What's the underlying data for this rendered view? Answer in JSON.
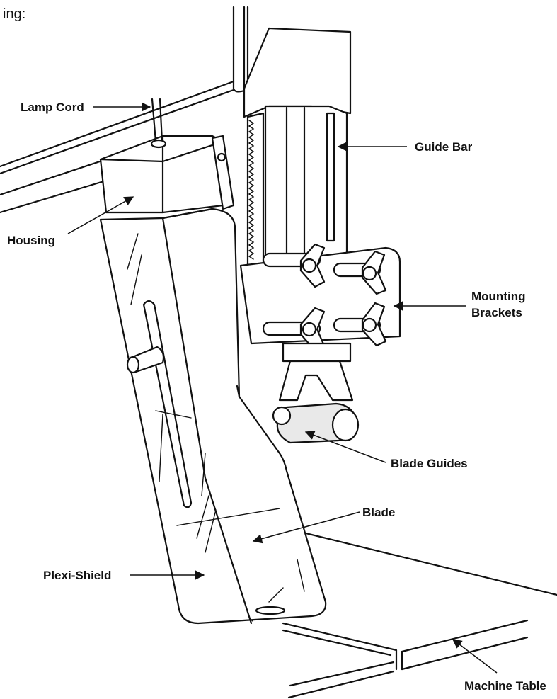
{
  "top_text": "ing:",
  "labels": {
    "lamp_cord": "Lamp Cord",
    "guide_bar": "Guide Bar",
    "housing": "Housing",
    "mounting_brackets_line1": "Mounting",
    "mounting_brackets_line2": "Brackets",
    "blade_guides": "Blade Guides",
    "blade": "Blade",
    "plexi_shield": "Plexi-Shield",
    "machine_table": "Machine Table"
  }
}
